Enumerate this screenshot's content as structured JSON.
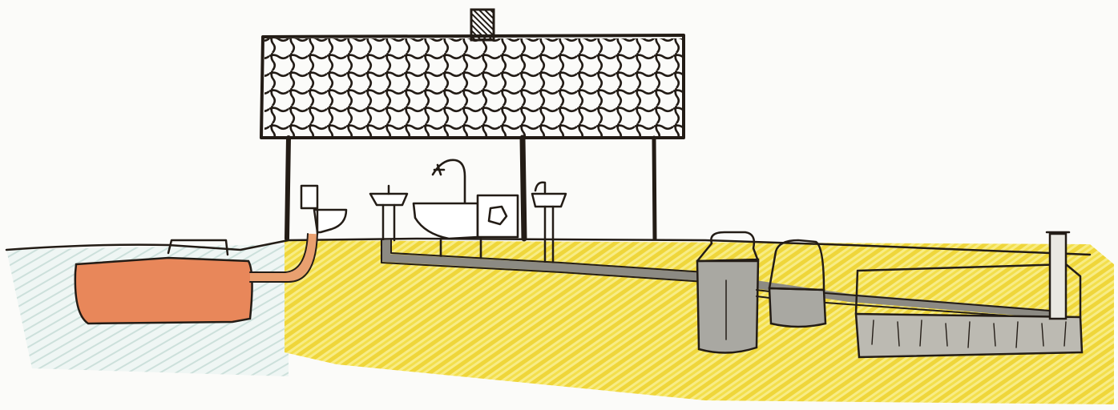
{
  "diagram": {
    "style": "hand-drawn colored-pencil cross-section",
    "components": [
      "roof-with-grid-hatching",
      "chimney",
      "toilet",
      "washbasin",
      "kitchen-sink",
      "washing-machine",
      "wall-sink",
      "blackwater-holding-tank",
      "sedimentation-tank",
      "second-chamber-tank",
      "drainage-field",
      "vent-pipe"
    ],
    "colors": {
      "paper": "#fbfbf9",
      "ink": "#231c16",
      "sand": "#f6e65a",
      "sand_dark": "#efd63a",
      "soil_left": "#cfe3df",
      "blackwater": "#e8875a",
      "greywater": "#a9a8a2",
      "pipe_grey": "#8c8a83",
      "pipe_orange": "#e9a070"
    }
  }
}
